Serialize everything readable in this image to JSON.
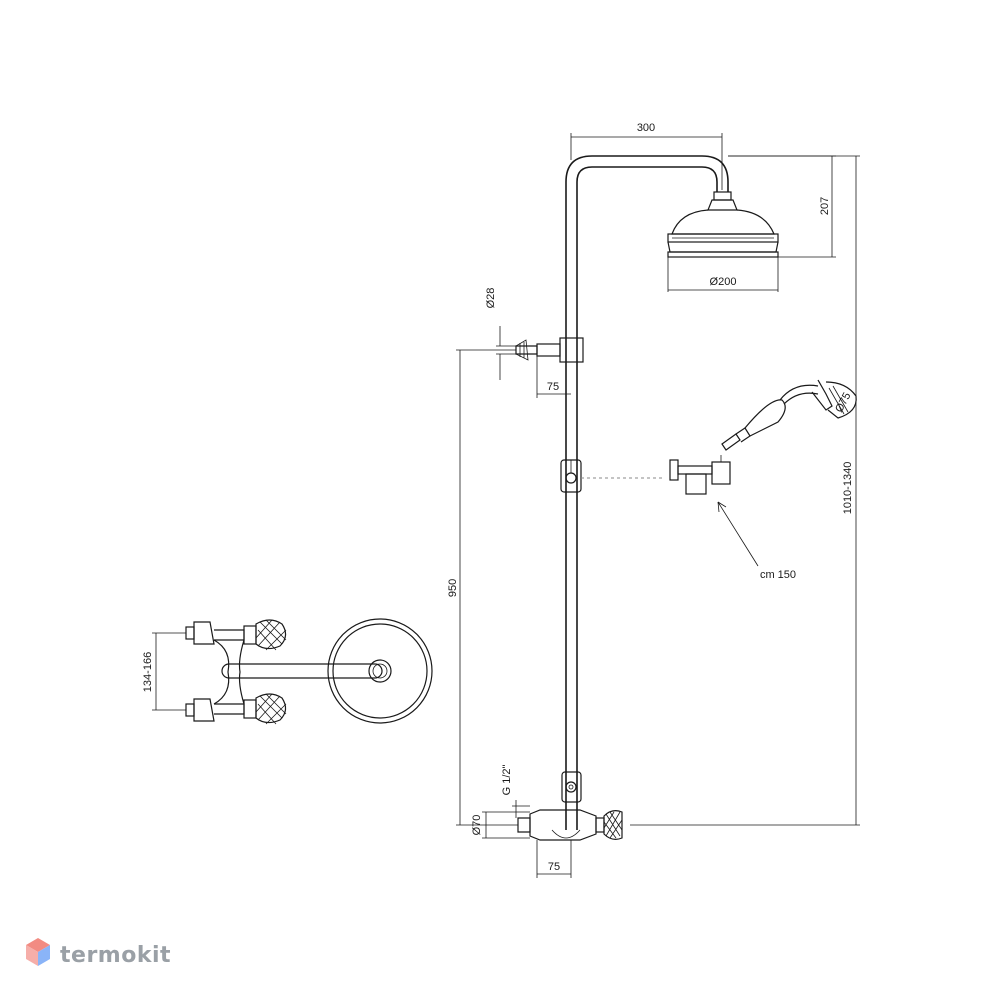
{
  "dimensions": {
    "arm_length": "300",
    "head_height": "207",
    "head_diameter": "Ø200",
    "connector_diameter": "Ø28",
    "connector_offset": "75",
    "hand_shower_diameter": "Ø75",
    "total_height": "1010-1340",
    "hose_length": "cm 150",
    "mixer_height": "950",
    "inlet_spacing": "134-166",
    "thread": "G 1/2\"",
    "inlet_diameter": "Ø70",
    "mixer_offset": "75"
  },
  "brand": {
    "name": "termokit",
    "colors": {
      "logo_top": "#f28b82",
      "logo_side": "#8ab4f8",
      "text": "#9aa0a6"
    }
  }
}
